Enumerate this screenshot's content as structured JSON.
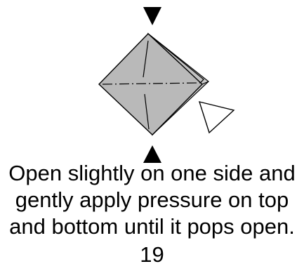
{
  "diagram": {
    "caption_lines": [
      "Open slightly on one side and",
      "gently apply pressure on top",
      "and bottom until it pops open."
    ],
    "page_number": "19",
    "colors": {
      "paper_fill": "#b9b9b9",
      "paper_fill_back": "#c9c9c9",
      "stroke": "#000000",
      "arrow_fill": "#000000",
      "open_arrow_fill": "#ffffff"
    },
    "icons": {
      "top_arrow": "push-down-arrow-icon",
      "bottom_arrow": "push-up-arrow-icon",
      "side_arrow": "open-side-arrow-icon"
    }
  }
}
